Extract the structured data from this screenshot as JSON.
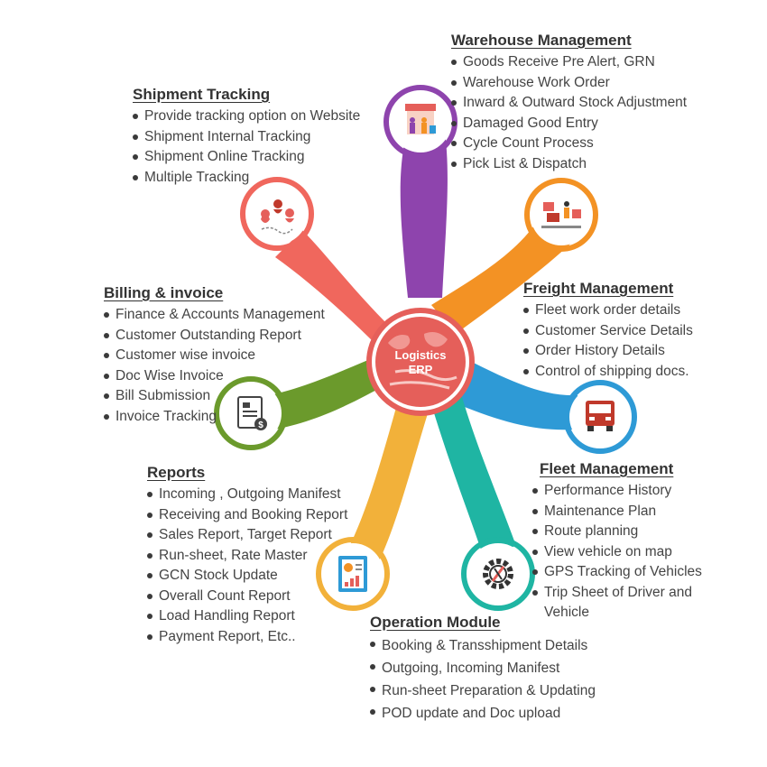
{
  "center": {
    "line1": "Logistics",
    "line2": "ERP"
  },
  "colors": {
    "warehouse": "#8e44ad",
    "freight": "#f39224",
    "fleet": "#2e9ad6",
    "operation": "#1fb5a3",
    "reports": "#f2b13a",
    "billing": "#6b9a2c",
    "shipment": "#f0675d",
    "hub": "#e55f5a"
  },
  "icons": {
    "warehouse": "warehouse-workers-icon",
    "freight": "freight-handling-icon",
    "fleet": "truck-icon",
    "operation": "gear-icon",
    "reports": "report-chart-icon",
    "billing": "invoice-dollar-icon",
    "shipment": "location-pins-icon"
  },
  "modules": {
    "warehouse": {
      "title": "Warehouse Management",
      "items": [
        "Goods Receive Pre Alert, GRN",
        "Warehouse Work Order",
        "Inward & Outward Stock Adjustment",
        "Damaged Good Entry",
        "Cycle Count Process",
        "Pick List & Dispatch"
      ]
    },
    "shipment": {
      "title": "Shipment Tracking",
      "items": [
        "Provide tracking option on Website",
        "Shipment Internal Tracking",
        "Shipment Online Tracking",
        "Multiple Tracking"
      ]
    },
    "freight": {
      "title": "Freight Management",
      "items": [
        "Fleet work order details",
        "Customer Service Details",
        "Order History Details",
        "Control of shipping docs."
      ]
    },
    "billing": {
      "title": "Billing & invoice",
      "items": [
        "Finance & Accounts Management",
        "Customer Outstanding Report",
        "Customer wise invoice",
        "Doc Wise Invoice",
        "Bill Submission",
        "Invoice Tracking"
      ]
    },
    "fleet": {
      "title": "Fleet Management",
      "items": [
        "Performance History",
        "Maintenance Plan",
        "Route planning",
        "View vehicle on map",
        "GPS Tracking of Vehicles",
        "Trip Sheet of Driver and Vehicle"
      ]
    },
    "reports": {
      "title": "Reports",
      "items": [
        "Incoming , Outgoing Manifest",
        "Receiving and Booking Report",
        "Sales Report, Target Report",
        "Run-sheet, Rate Master",
        "GCN Stock Update",
        "Overall Count Report",
        "Load Handling Report",
        "Payment Report, Etc.."
      ]
    },
    "operation": {
      "title": "Operation Module",
      "items": [
        "Booking & Transshipment Details",
        "Outgoing, Incoming Manifest",
        "Run-sheet Preparation & Updating",
        "POD update and Doc upload"
      ]
    }
  }
}
